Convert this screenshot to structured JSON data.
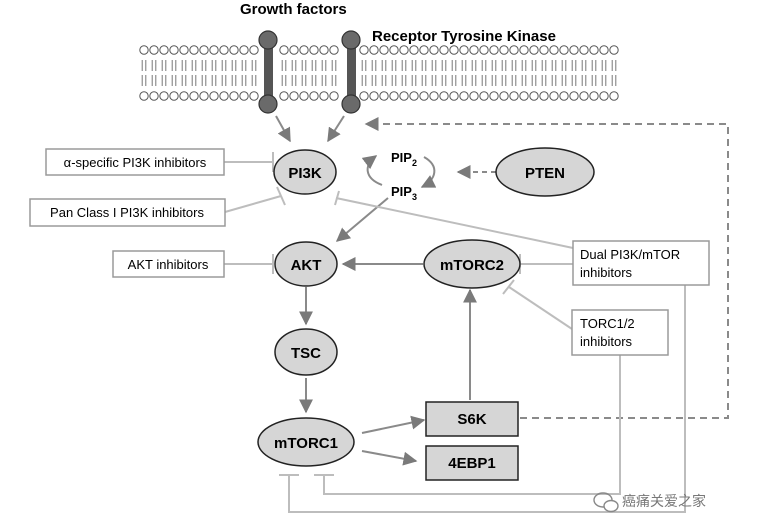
{
  "header": {
    "growth_factors": "Growth factors",
    "receptor": "Receptor Tyrosine Kinase"
  },
  "nodes": {
    "pi3k": "PI3K",
    "pten": "PTEN",
    "akt": "AKT",
    "mtorc2": "mTORC2",
    "tsc": "TSC",
    "mtorc1": "mTORC1",
    "s6k": "S6K",
    "4ebp1": "4EBP1"
  },
  "pip": {
    "pip2_base": "PIP",
    "pip2_sub": "2",
    "pip3_base": "PIP",
    "pip3_sub": "3"
  },
  "inhibitors": {
    "alpha_pi3k": "α-specific PI3K inhibitors",
    "pan_class": "Pan Class I PI3K inhibitors",
    "akt": "AKT inhibitors",
    "dual_line1": "Dual PI3K/mTOR",
    "dual_line2": "inhibitors",
    "torc_line1": "TORC1/2",
    "torc_line2": "inhibitors"
  },
  "watermark": {
    "text": "癌痛关爱之家"
  },
  "colors": {
    "node_fill": "#d6d6d6",
    "line": "#8a8a8a",
    "inhibitor_line": "#bdbdbd",
    "text": "#000000"
  }
}
